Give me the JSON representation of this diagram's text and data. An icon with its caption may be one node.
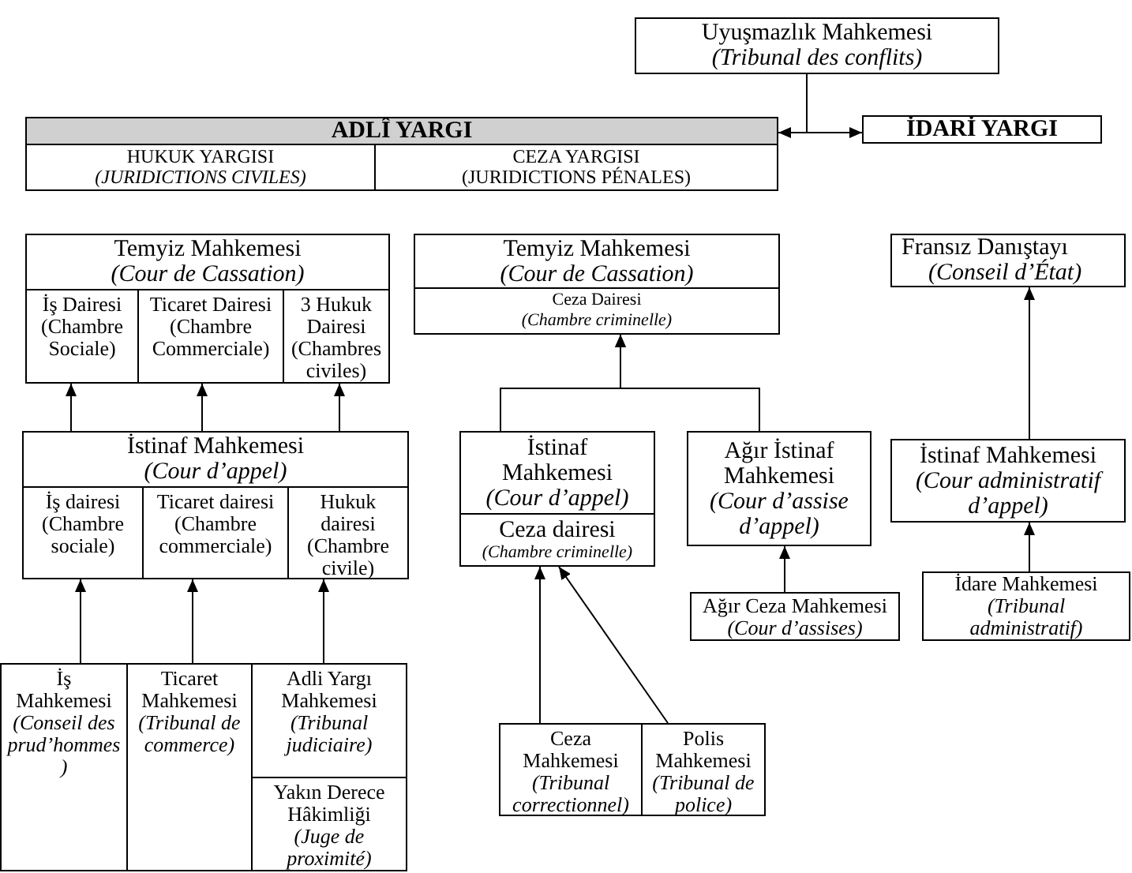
{
  "diagram": {
    "nodes": [
      {
        "text": [
          "Uyuşmazlık Mahkemesi",
          "(Tribunal des conflits)"
        ]
      },
      {
        "text": [
          "ADLÎ YARGI"
        ]
      },
      {
        "text": [
          "HUKUK YARGISI",
          "(JURIDICTIONS CIVILES)"
        ],
        "in": 1
      },
      {
        "text": [
          "CEZA YARGISI",
          "(JURIDICTIONS PÉNALES)"
        ],
        "in": 1
      },
      {
        "text": [
          "İDARİ YARGI"
        ]
      },
      {
        "text": [
          "Temyiz Mahkemesi",
          "(Cour de Cassation)"
        ]
      },
      {
        "text": [
          "İş Dairesi",
          "(Chambre Sociale)"
        ],
        "in": 5
      },
      {
        "text": [
          "Ticaret Dairesi",
          "(Chambre Commerciale)"
        ],
        "in": 5
      },
      {
        "text": [
          "3 Hukuk Dairesi",
          "(Chambres civiles)"
        ],
        "in": 5
      },
      {
        "text": [
          "Temyiz Mahkemesi",
          "(Cour de Cassation)"
        ]
      },
      {
        "text": [
          "Ceza Dairesi",
          "(Chambre criminelle)"
        ],
        "in": 9
      },
      {
        "text": [
          "Fransız Danıştayı",
          "(Conseil d’État)"
        ]
      },
      {
        "text": [
          "İstinaf Mahkemesi",
          "(Cour d’appel)"
        ]
      },
      {
        "text": [
          "İş dairesi",
          "(Chambre sociale)"
        ],
        "in": 12
      },
      {
        "text": [
          "Ticaret dairesi",
          "(Chambre commerciale)"
        ],
        "in": 12
      },
      {
        "text": [
          "Hukuk dairesi",
          "(Chambre civile)"
        ],
        "in": 12
      },
      {
        "text": [
          "İstinaf Mahkemesi",
          "(Cour d’appel)"
        ]
      },
      {
        "text": [
          "Ceza dairesi",
          "(Chambre criminelle)"
        ],
        "in": 16
      },
      {
        "text": [
          "Ağır İstinaf Mahkemesi",
          "(Cour d’assise d’appel)"
        ]
      },
      {
        "text": [
          "İstinaf Mahkemesi",
          "(Cour administratif d’appel)"
        ]
      },
      {
        "text": [
          "Ağır Ceza Mahkemesi",
          "(Cour d’assises)"
        ]
      },
      {
        "text": [
          "İdare Mahkemesi",
          "(Tribunal administratif)"
        ]
      },
      {
        "text": [
          "İş Mahkemesi",
          "(Conseil des prud’hommes)"
        ]
      },
      {
        "text": [
          "Ticaret Mahkemesi",
          "(Tribunal de commerce)"
        ]
      },
      {
        "text": [
          "Adli Yargı Mahkemesi",
          "(Tribunal judiciaire)"
        ]
      },
      {
        "text": [
          "Yakın Derece Hâkimliği",
          "(Juge de proximité)"
        ]
      },
      {
        "text": [
          "Ceza Mahkemesi",
          "(Tribunal correctionnel)"
        ]
      },
      {
        "text": [
          "Polis Mahkemesi",
          "(Tribunal de police)"
        ]
      }
    ],
    "edges": [
      {
        "from": 0,
        "to": 1,
        "arrow": "to"
      },
      {
        "from": 0,
        "to": 4,
        "arrow": "to"
      },
      {
        "from": 12,
        "to": 6,
        "arrow": "to"
      },
      {
        "from": 12,
        "to": 7,
        "arrow": "to"
      },
      {
        "from": 12,
        "to": 8,
        "arrow": "to"
      },
      {
        "from": 16,
        "to": 10,
        "arrow": "to"
      },
      {
        "from": 18,
        "to": 10,
        "arrow": "to"
      },
      {
        "from": 19,
        "to": 11,
        "arrow": "to"
      },
      {
        "from": 22,
        "to": 13,
        "arrow": "to"
      },
      {
        "from": 23,
        "to": 14,
        "arrow": "to"
      },
      {
        "from": 24,
        "to": 15,
        "arrow": "to"
      },
      {
        "from": 26,
        "to": 17,
        "arrow": "to"
      },
      {
        "from": 27,
        "to": 17,
        "arrow": "to"
      },
      {
        "from": 20,
        "to": 18,
        "arrow": "to"
      },
      {
        "from": 21,
        "to": 19,
        "arrow": "to"
      }
    ]
  }
}
